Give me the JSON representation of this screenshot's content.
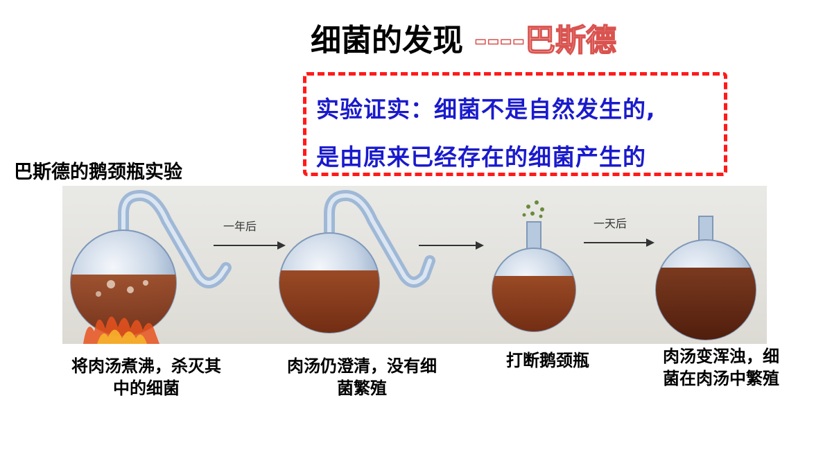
{
  "slide": {
    "title_main": "细菌的发现",
    "title_dash": "----",
    "title_name": "巴斯德",
    "callout_line1": "实验证实：细菌不是自然发生的,",
    "callout_line2": "是由原来已经存在的细菌产生的",
    "experiment_title": "巴斯德的鹅颈瓶实验"
  },
  "figure": {
    "arrow_labels": [
      "一年后",
      "一天后"
    ],
    "steps": [
      {
        "caption": "将肉汤煮沸，杀灭其中的细菌"
      },
      {
        "caption": "肉汤仍澄清，没有细菌繁殖"
      },
      {
        "caption": "打断鹅颈瓶"
      },
      {
        "caption": "肉汤变浑浊，细菌在肉汤中繁殖"
      }
    ]
  },
  "colors": {
    "callout_border": "#ff1a1a",
    "callout_text": "#1a1acc",
    "broth": "#8b3a1e",
    "glass": "#9fb8d6"
  }
}
